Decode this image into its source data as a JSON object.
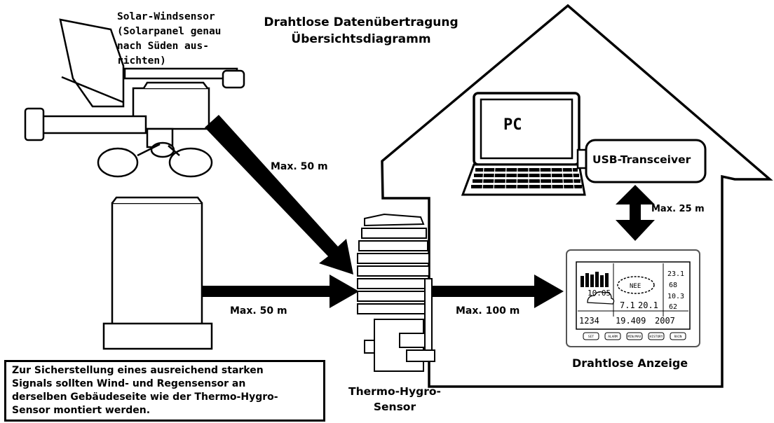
{
  "title": "Drahtlose Datenübertragung\nÜbersichtsdiagramm",
  "devices": {
    "solar_wind_sensor": "Solar-Windsensor\n(Solarpanel genau\nnach Süden aus-\nrichten)",
    "pc": "PC",
    "usb_transceiver": "USB-Transceiver",
    "thermo_hygro_sensor": "Thermo-Hygro-\nSensor",
    "wireless_display": "Drahtlose Anzeige"
  },
  "distances": {
    "wind_to_thermo": "Max. 50 m",
    "rain_to_thermo": "Max. 50 m",
    "thermo_to_display": "Max. 100 m",
    "display_to_usb": "Max. 25 m"
  },
  "display_screen": {
    "wind_direction": "NEE",
    "time": "10:05",
    "value_1": "23.1",
    "value_2": "68",
    "value_3": "10.3",
    "value_4": "62",
    "temp_1": "7.1",
    "temp_2": "20.1",
    "bottom_1": "1234",
    "bottom_2": "19.409",
    "bottom_3": "2007",
    "buttons": [
      "SET",
      "ALARM",
      "MIN/MAX",
      "HISTORY",
      "RAIN"
    ]
  },
  "note": "Zur Sicherstellung eines ausreichend starken\nSignals sollten Wind- und Regensensor an\nderselben Gebäudeseite wie der Thermo-Hygro-\nSensor montiert werden."
}
